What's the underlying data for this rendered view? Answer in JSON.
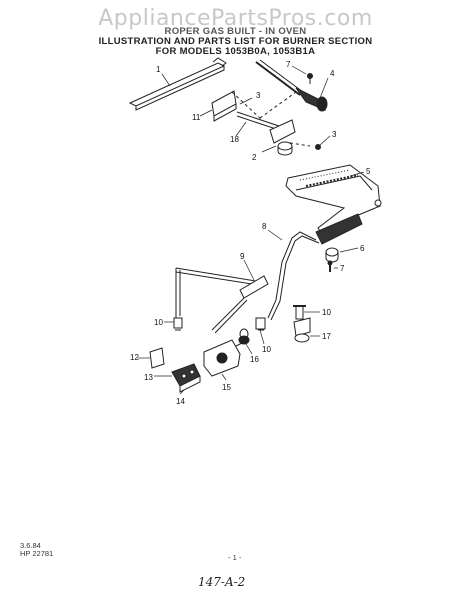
{
  "watermark": "AppliancePartsPros.com",
  "header": {
    "line1": "ROPER GAS BUILT - IN OVEN",
    "line2": "ILLUSTRATION AND PARTS LIST FOR BURNER SECTION",
    "line3": "FOR MODELS 1053B0A, 1053B1A"
  },
  "callouts": [
    "1",
    "2",
    "3",
    "3",
    "4",
    "5",
    "6",
    "7",
    "7",
    "8",
    "9",
    "10",
    "10",
    "10",
    "11",
    "12",
    "13",
    "14",
    "15",
    "16",
    "17",
    "18"
  ],
  "footer": {
    "date": "3.6.84",
    "code": "HP 22781",
    "page": "- 1 -",
    "handwritten": "147-A-2"
  }
}
